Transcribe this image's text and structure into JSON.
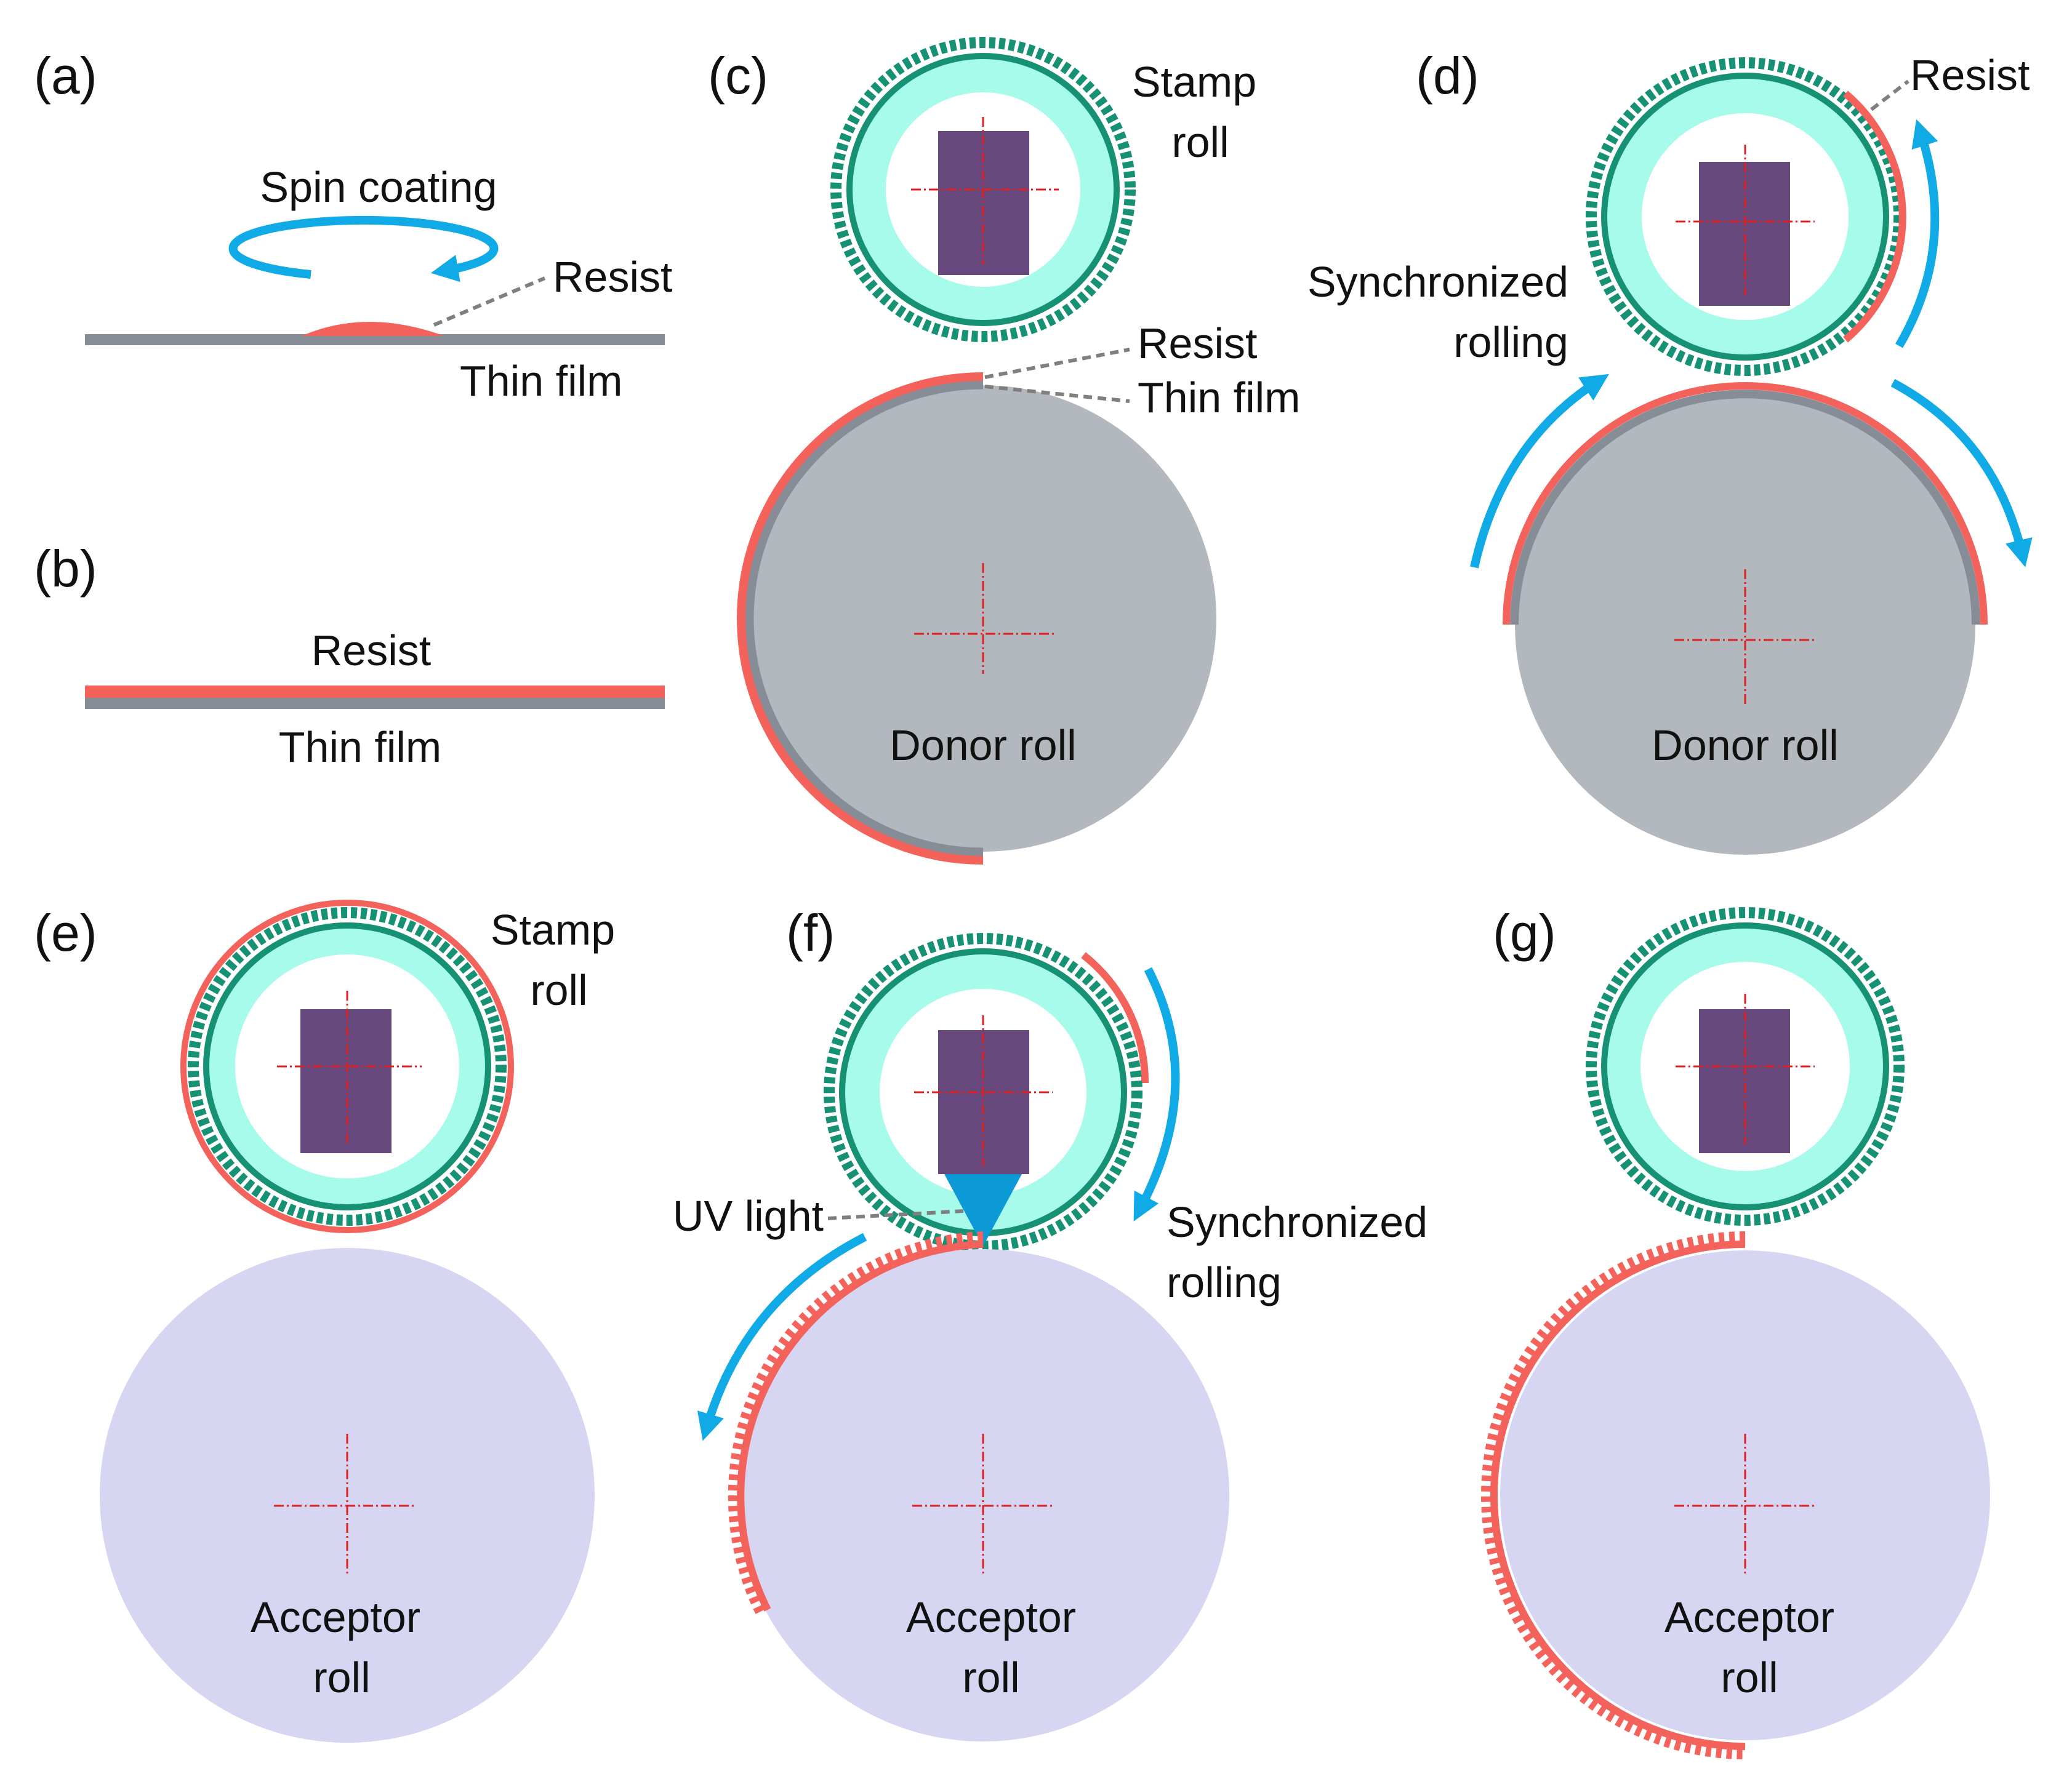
{
  "panels": {
    "a": {
      "label": "(a)",
      "spin_text": "Spin coating",
      "resist_text": "Resist",
      "film_text": "Thin film"
    },
    "b": {
      "label": "(b)",
      "resist_text": "Resist",
      "film_text": "Thin film"
    },
    "c": {
      "label": "(c)",
      "stamp_line1": "Stamp",
      "stamp_line2": "roll",
      "resist_text": "Resist",
      "film_text": "Thin film",
      "roll_text": "Donor roll"
    },
    "d": {
      "label": "(d)",
      "resist_text": "Resist",
      "sync_line1": "Synchronized",
      "sync_line2": "rolling",
      "roll_text": "Donor roll"
    },
    "e": {
      "label": "(e)",
      "stamp_line1": "Stamp",
      "stamp_line2": "roll",
      "roll_line1": "Acceptor",
      "roll_line2": "roll"
    },
    "f": {
      "label": "(f)",
      "uv_text": "UV light",
      "sync_line1": "Synchronized",
      "sync_line2": "rolling",
      "roll_line1": "Acceptor",
      "roll_line2": "roll"
    },
    "g": {
      "label": "(g)",
      "roll_line1": "Acceptor",
      "roll_line2": "roll"
    }
  },
  "colors": {
    "resist": "#f4625c",
    "thin_film": "#878d97",
    "donor_roll": "#b3b7be",
    "acceptor_roll": "#d6d6f3",
    "stamp_outer": "#169173",
    "stamp_inner": "#a6fbea",
    "motor": "#66487c",
    "arrow": "#10aae6",
    "uv": "#0d99d6",
    "centerline": "#e02020",
    "leader": "#7f7f7f"
  }
}
